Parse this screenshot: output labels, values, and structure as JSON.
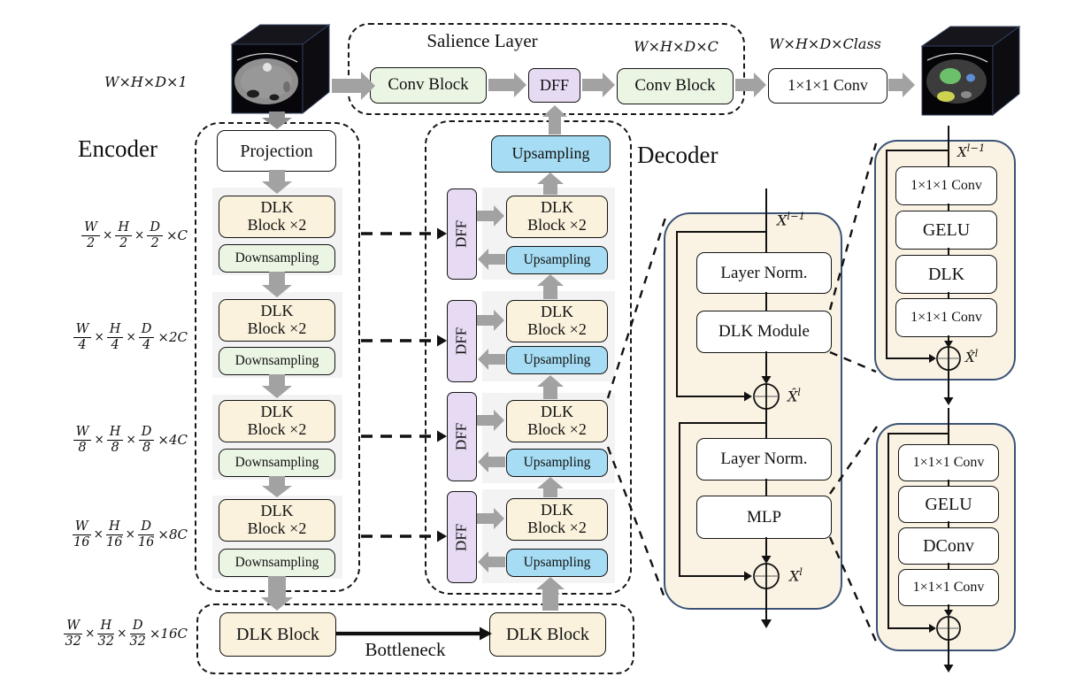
{
  "glyphs": {
    "times": "×"
  },
  "colors": {
    "block_tan": "#faf2dc",
    "conv_green": "#ebf5e4",
    "dff_purple": "#e7daf3",
    "upsample_blue": "#a6ddf4",
    "detail_border_navy": "#3c5377",
    "arrow_gray": "#a2a2a2"
  },
  "io": {
    "input_dim": "W×H×D×1",
    "salience_out_dim": "W×H×D×C",
    "output_dim": "W×H×D×Class"
  },
  "salience": {
    "title": "Salience Layer",
    "conv_block_1": "Conv Block",
    "dff": "DFF",
    "conv_block_2": "Conv Block",
    "final_conv": "1×1×1 Conv"
  },
  "encoder": {
    "title": "Encoder",
    "projection": "Projection",
    "stages": [
      {
        "block_line1": "DLK",
        "block_line2": "Block ×2",
        "downsample": "Downsampling",
        "dim": {
          "n1": "W",
          "d1": "2",
          "n2": "H",
          "d2": "2",
          "n3": "D",
          "d3": "2",
          "suffix": "×C"
        }
      },
      {
        "block_line1": "DLK",
        "block_line2": "Block ×2",
        "downsample": "Downsampling",
        "dim": {
          "n1": "W",
          "d1": "4",
          "n2": "H",
          "d2": "4",
          "n3": "D",
          "d3": "4",
          "suffix": "×2C"
        }
      },
      {
        "block_line1": "DLK",
        "block_line2": "Block ×2",
        "downsample": "Downsampling",
        "dim": {
          "n1": "W",
          "d1": "8",
          "n2": "H",
          "d2": "8",
          "n3": "D",
          "d3": "8",
          "suffix": "×4C"
        }
      },
      {
        "block_line1": "DLK",
        "block_line2": "Block ×2",
        "downsample": "Downsampling",
        "dim": {
          "n1": "W",
          "d1": "16",
          "n2": "H",
          "d2": "16",
          "n3": "D",
          "d3": "16",
          "suffix": "×8C"
        }
      }
    ]
  },
  "decoder": {
    "title": "Decoder",
    "top_upsampling": "Upsampling",
    "stages": [
      {
        "dff": "DFF",
        "block_line1": "DLK",
        "block_line2": "Block ×2",
        "upsampling": "Upsampling"
      },
      {
        "dff": "DFF",
        "block_line1": "DLK",
        "block_line2": "Block ×2",
        "upsampling": "Upsampling"
      },
      {
        "dff": "DFF",
        "block_line1": "DLK",
        "block_line2": "Block ×2",
        "upsampling": "Upsampling"
      },
      {
        "dff": "DFF",
        "block_line1": "DLK",
        "block_line2": "Block ×2",
        "upsampling": "Upsampling"
      }
    ]
  },
  "bottleneck": {
    "title": "Bottleneck",
    "block1": "DLK Block",
    "block2": "DLK Block",
    "dim": {
      "n1": "W",
      "d1": "32",
      "n2": "H",
      "d2": "32",
      "n3": "D",
      "d3": "32",
      "suffix": "×16C"
    }
  },
  "dlk_block": {
    "input_base": "X",
    "input_sup": "l−1",
    "layer_norm_1": "Layer Norm.",
    "dlk_module": "DLK Module",
    "sum1_base": "X̂",
    "sum1_sup": "l",
    "layer_norm_2": "Layer Norm.",
    "mlp": "MLP",
    "sum2_base": "X",
    "sum2_sup": "l"
  },
  "dlk_module_detail": {
    "input_base": "X",
    "input_sup": "l−1",
    "conv_in": "1×1×1 Conv",
    "activation": "GELU",
    "core": "DLK",
    "conv_out": "1×1×1 Conv",
    "sum_base": "X̂",
    "sum_sup": "l"
  },
  "mlp_detail": {
    "conv_in": "1×1×1 Conv",
    "activation": "GELU",
    "core": "DConv",
    "conv_out": "1×1×1 Conv"
  }
}
